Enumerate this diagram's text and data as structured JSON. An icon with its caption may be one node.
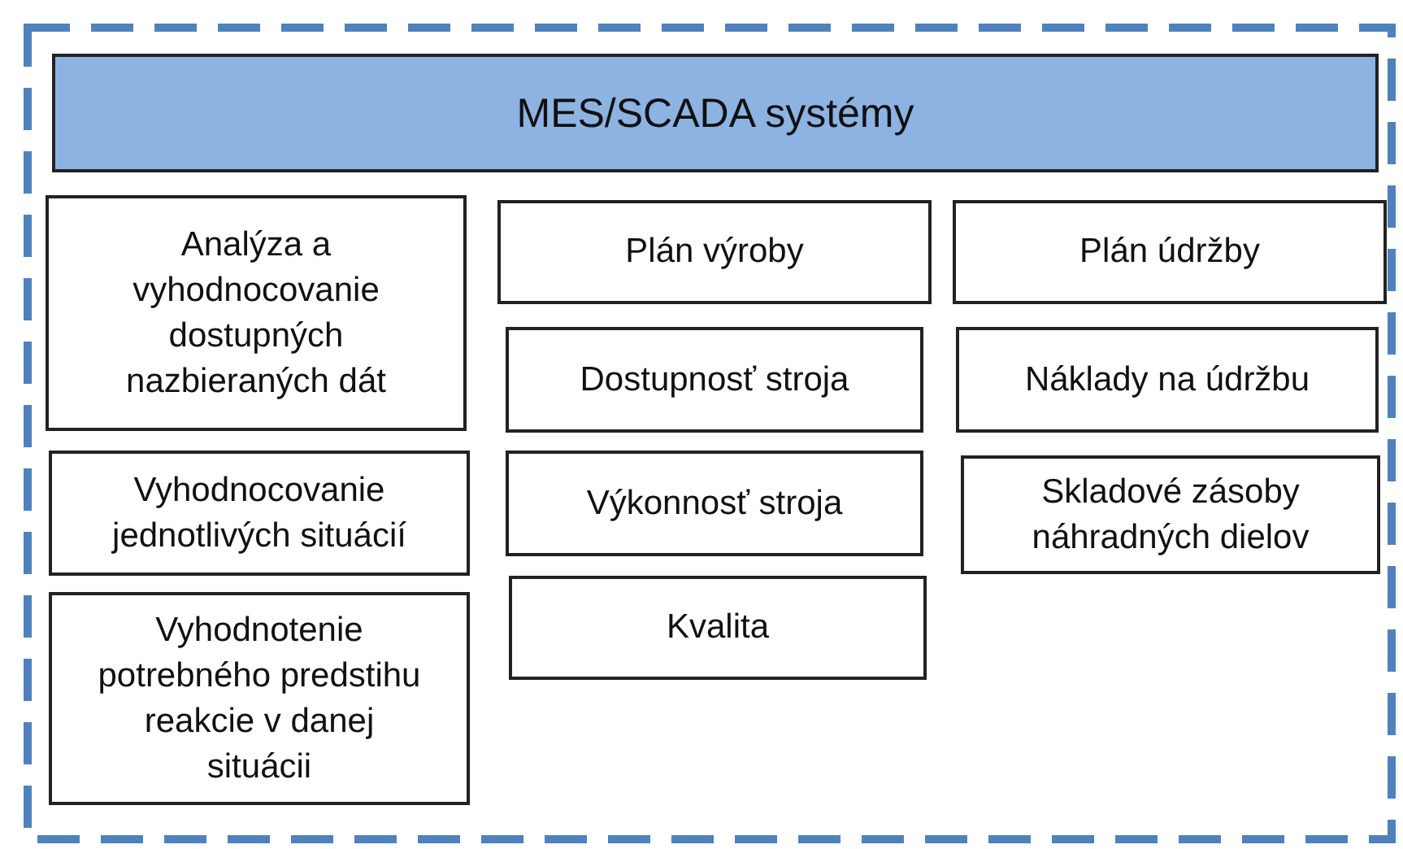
{
  "diagram": {
    "nodes": [
      {
        "text": [],
        "shape": "box"
      },
      {
        "text": [
          "MES/SCADA systémy"
        ],
        "in": 0
      },
      {
        "text": [
          "Analýza a vyhodnocovanie dostupných nazbieraných dát"
        ],
        "in": 0
      },
      {
        "text": [
          "Plán výroby"
        ],
        "in": 0
      },
      {
        "text": [
          "Plán údržby"
        ],
        "in": 0
      },
      {
        "text": [
          "Dostupnosť stroja"
        ],
        "in": 0
      },
      {
        "text": [
          "Náklady na údržbu"
        ],
        "in": 0
      },
      {
        "text": [
          "Vyhodnocovanie jednotlivých situácií"
        ],
        "in": 0
      },
      {
        "text": [
          "Výkonnosť stroja"
        ],
        "in": 0
      },
      {
        "text": [
          "Skladové zásoby náhradných dielov"
        ],
        "in": 0
      },
      {
        "text": [
          "Vyhodnotenie potrebného predstihu reakcie v danej situácii"
        ],
        "in": 0
      },
      {
        "text": [
          "Kvalita"
        ],
        "in": 0
      }
    ]
  }
}
